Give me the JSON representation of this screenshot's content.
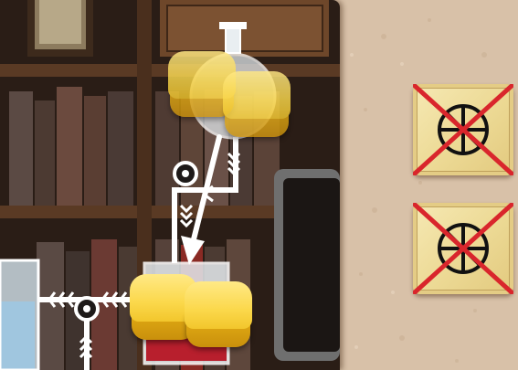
{
  "board": {
    "action_spaces": [
      "top-flask-space",
      "middle-flask-space",
      "left-vial-space"
    ],
    "arrow_direction": "down"
  },
  "cubes": {
    "color": "#f7cf3a",
    "count": 4,
    "ghost_count": 2
  },
  "tiles": [
    {
      "icon": "wheel-icon",
      "crossed_out": true
    },
    {
      "icon": "wheel-icon",
      "crossed_out": true
    }
  ],
  "colors": {
    "cross": "#d9262c",
    "tile": "#ecd994",
    "background": "#d9c3ab"
  }
}
